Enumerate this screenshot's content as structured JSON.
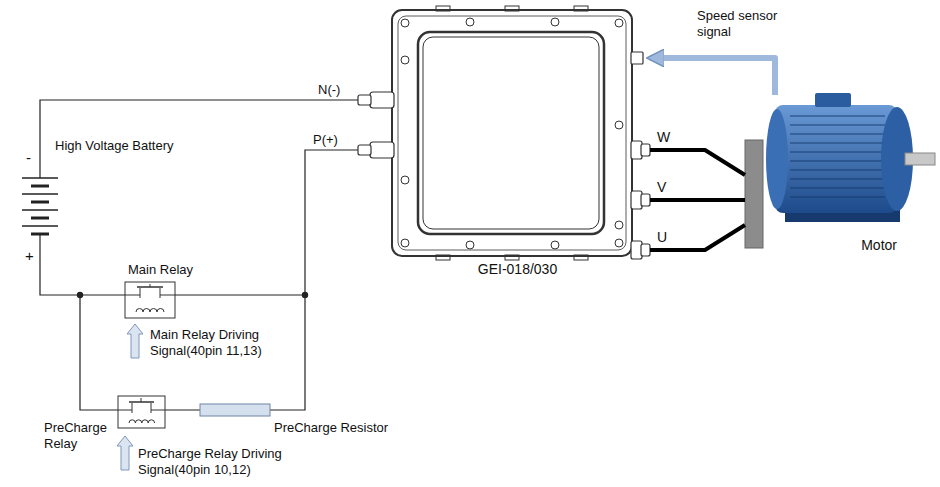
{
  "diagram": {
    "nodes": [
      {
        "text": [
          "GEI-018/030"
        ]
      },
      {
        "text": [
          "Motor"
        ]
      }
    ],
    "edges": [
      {
        "from": 0,
        "to": 1,
        "label": "W",
        "arrow": "none"
      },
      {
        "from": 0,
        "to": 1,
        "label": "V",
        "arrow": "none"
      },
      {
        "from": 0,
        "to": 1,
        "label": "U",
        "arrow": "none"
      },
      {
        "from": 1,
        "to": 0,
        "label": "Speed sensor signal",
        "arrow": "to"
      }
    ],
    "labels": [
      "N(-)",
      "P(+)",
      "-",
      "High Voltage Battery",
      "+",
      "Main Relay",
      "Main Relay Driving Signal(40pin 11,13)",
      "PreCharge Relay",
      "PreCharge Resistor",
      "PreCharge Relay Driving Signal(40pin 10,12)"
    ]
  }
}
